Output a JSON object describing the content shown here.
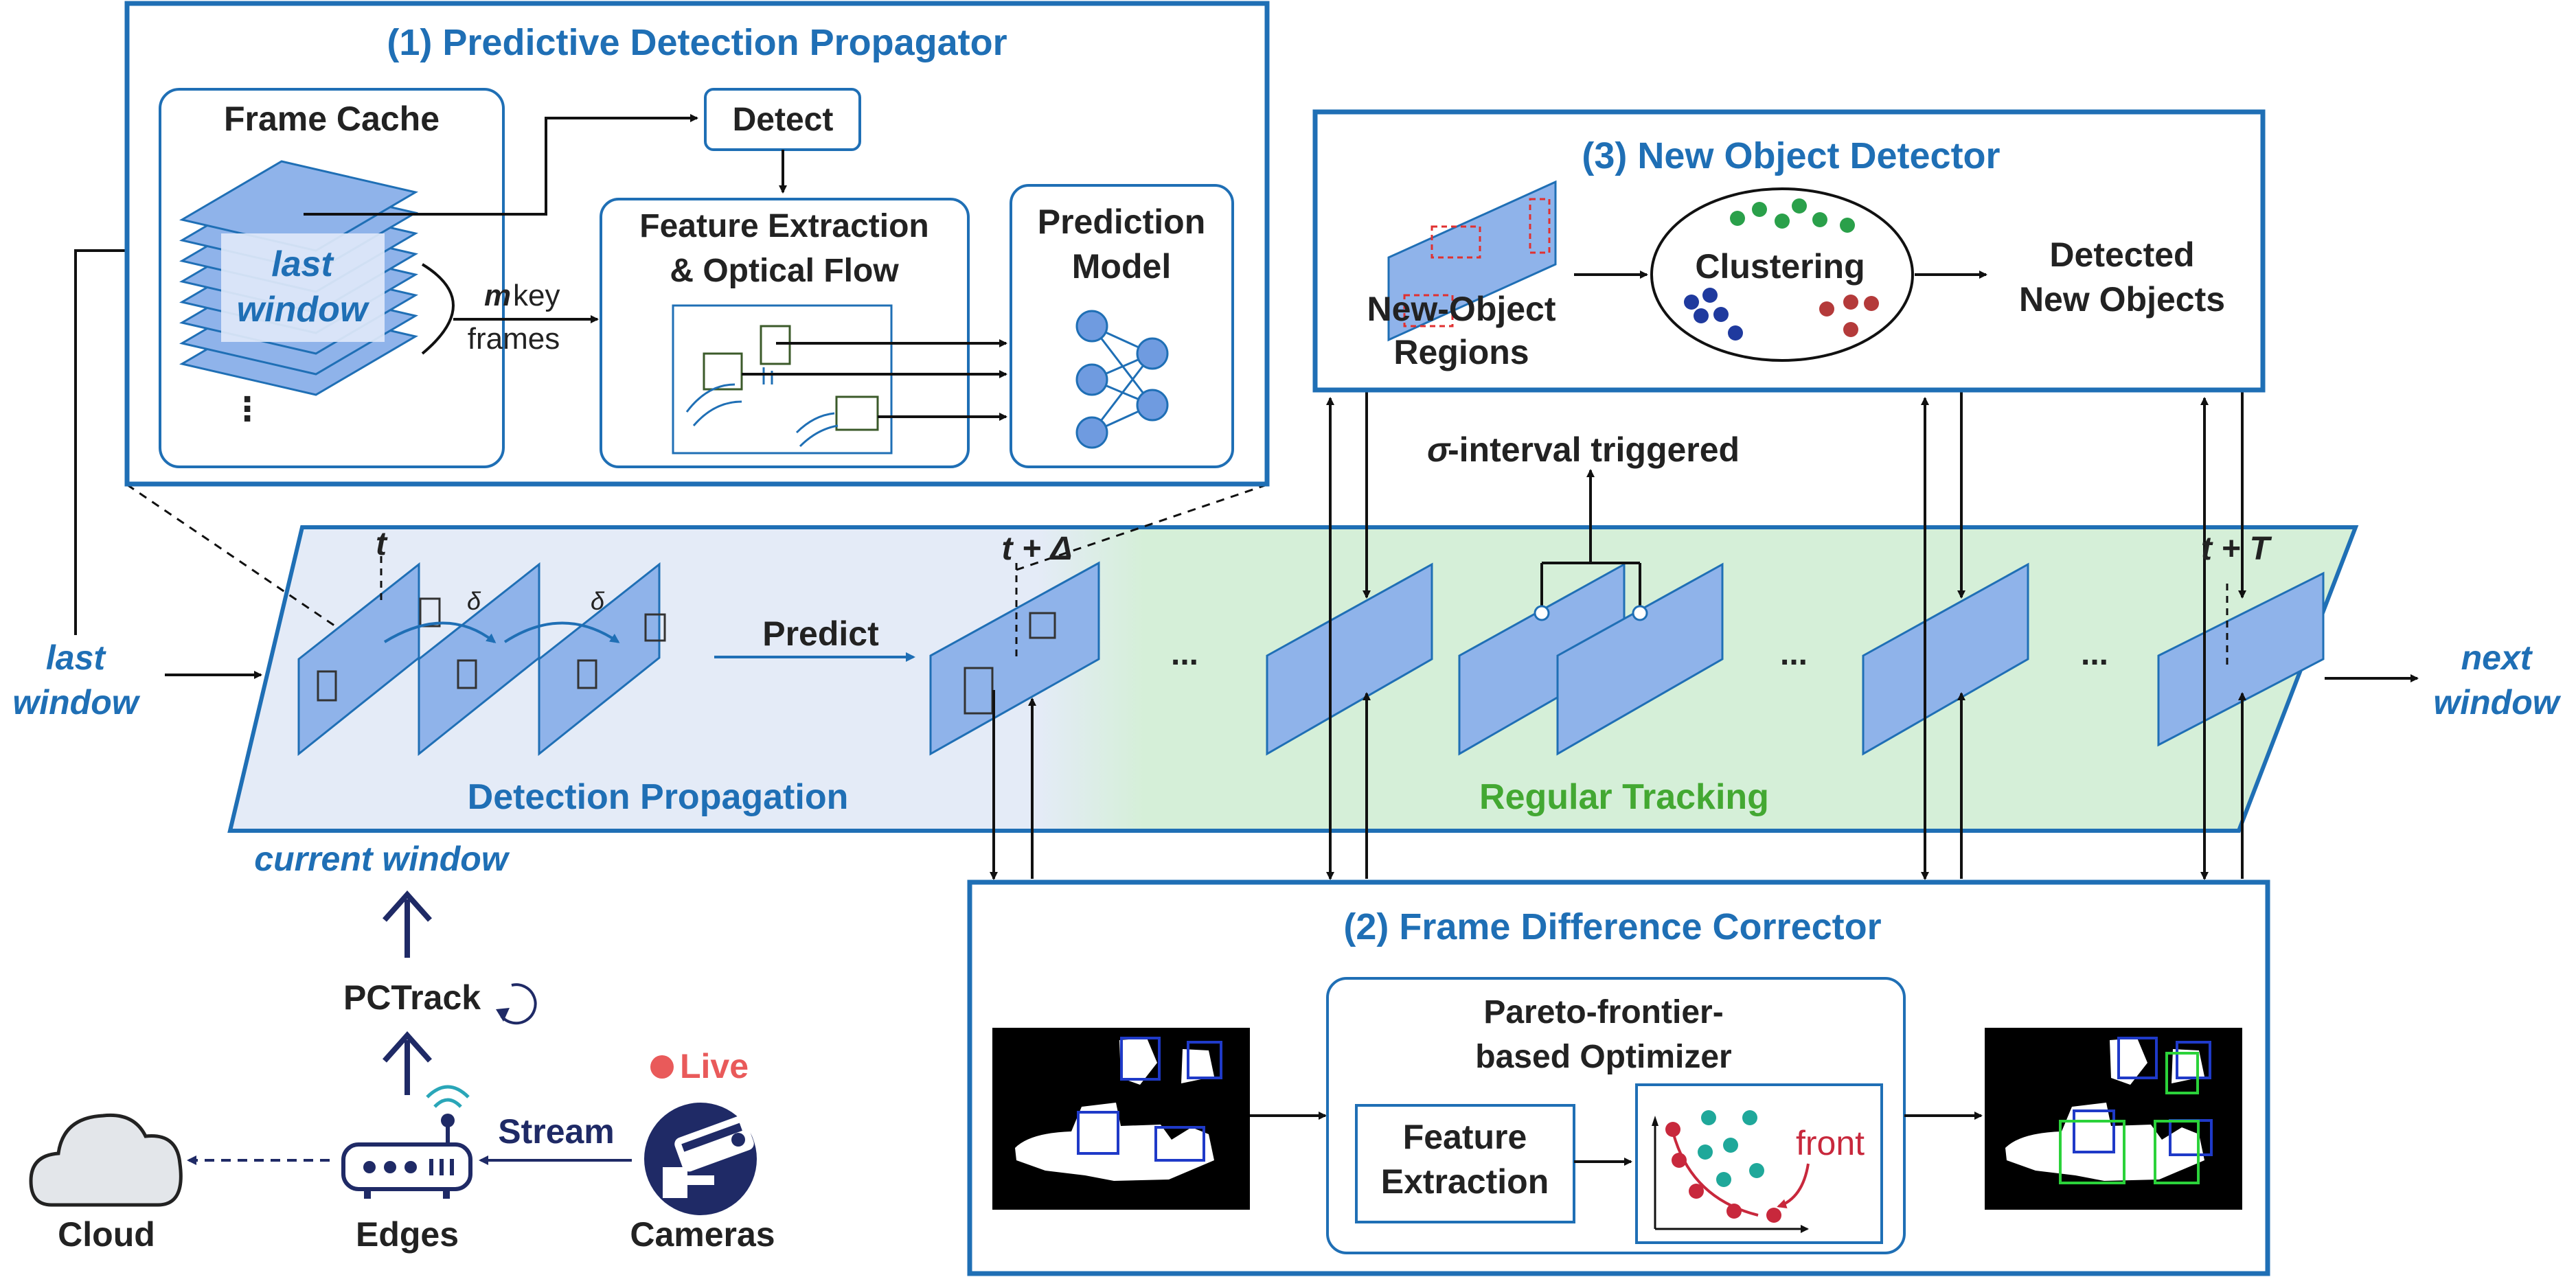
{
  "panel1": {
    "title": "(1) Predictive Detection Propagator",
    "frame_cache": "Frame Cache",
    "last_window_1": "last",
    "last_window_2": "window",
    "dots": "⋮",
    "m_key": "m",
    "key": "key",
    "frames": "frames",
    "detect": "Detect",
    "feature_1": "Feature Extraction",
    "feature_2": "& Optical Flow",
    "prediction_1": "Prediction",
    "prediction_2": "Model"
  },
  "panel2": {
    "title": "(2) Frame Difference Corrector",
    "optimizer_1": "Pareto-frontier-",
    "optimizer_2": "based Optimizer",
    "feature_1": "Feature",
    "feature_2": "Extraction",
    "front": "front"
  },
  "panel3": {
    "title": "(3) New Object Detector",
    "regions_1": "New-Object",
    "regions_2": "Regions",
    "clustering": "Clustering",
    "detected_1": "Detected",
    "detected_2": "New Objects"
  },
  "timeline": {
    "t": "t",
    "t_delta": "t + Δ",
    "t_T": "t + T",
    "delta": "δ",
    "predict": "Predict",
    "ellipsis": "...",
    "sigma": "σ",
    "sigma_text": "-interval triggered",
    "detection_propagation": "Detection Propagation",
    "regular_tracking": "Regular Tracking",
    "last_window_1": "last",
    "last_window_2": "window",
    "next_window_1": "next",
    "next_window_2": "window",
    "current_window": "current window"
  },
  "bottom": {
    "pctrack": "PCTrack",
    "stream": "Stream",
    "live": "Live",
    "cloud": "Cloud",
    "edges": "Edges",
    "cameras": "Cameras"
  },
  "colors": {
    "panel_border": "#1f6fb5",
    "frame_fill": "#8fb3ea",
    "detection_band": "#e4ebf7",
    "tracking_band": "#d5efd8",
    "green_text": "#43a832",
    "navy_arrow": "#1f2a66",
    "live_dot": "#e95a5a"
  }
}
